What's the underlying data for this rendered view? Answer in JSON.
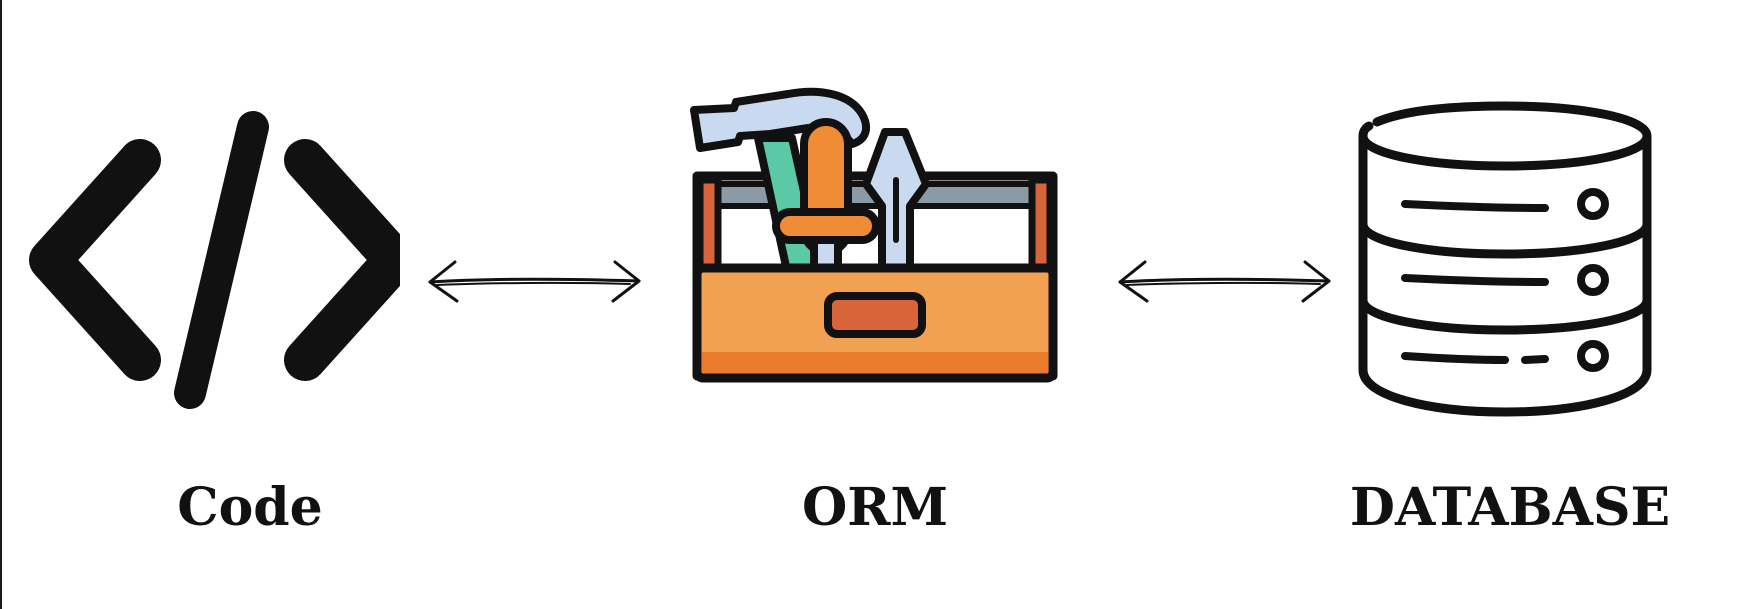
{
  "nodes": [
    {
      "id": "code",
      "label": "Code",
      "icon": "code-brackets-icon"
    },
    {
      "id": "orm",
      "label": "ORM",
      "icon": "toolbox-icon"
    },
    {
      "id": "database",
      "label": "DATABASE",
      "icon": "database-icon"
    }
  ],
  "connectors": [
    {
      "from": "code",
      "to": "orm",
      "type": "bidirectional-arrow"
    },
    {
      "from": "orm",
      "to": "database",
      "type": "bidirectional-arrow"
    }
  ],
  "colors": {
    "ink": "#111111",
    "toolbox_body": "#f2a051",
    "toolbox_shadow": "#e87b2c",
    "toolbox_handle": "#d7643a",
    "toolbox_rail": "#8c9aa5",
    "hammer_head": "#c9daf0",
    "hammer_handle": "#5cc9a6",
    "screwdriver_handle": "#f08b36",
    "screwdriver_shaft": "#c9daf0",
    "database_fill": "#ffffff"
  }
}
